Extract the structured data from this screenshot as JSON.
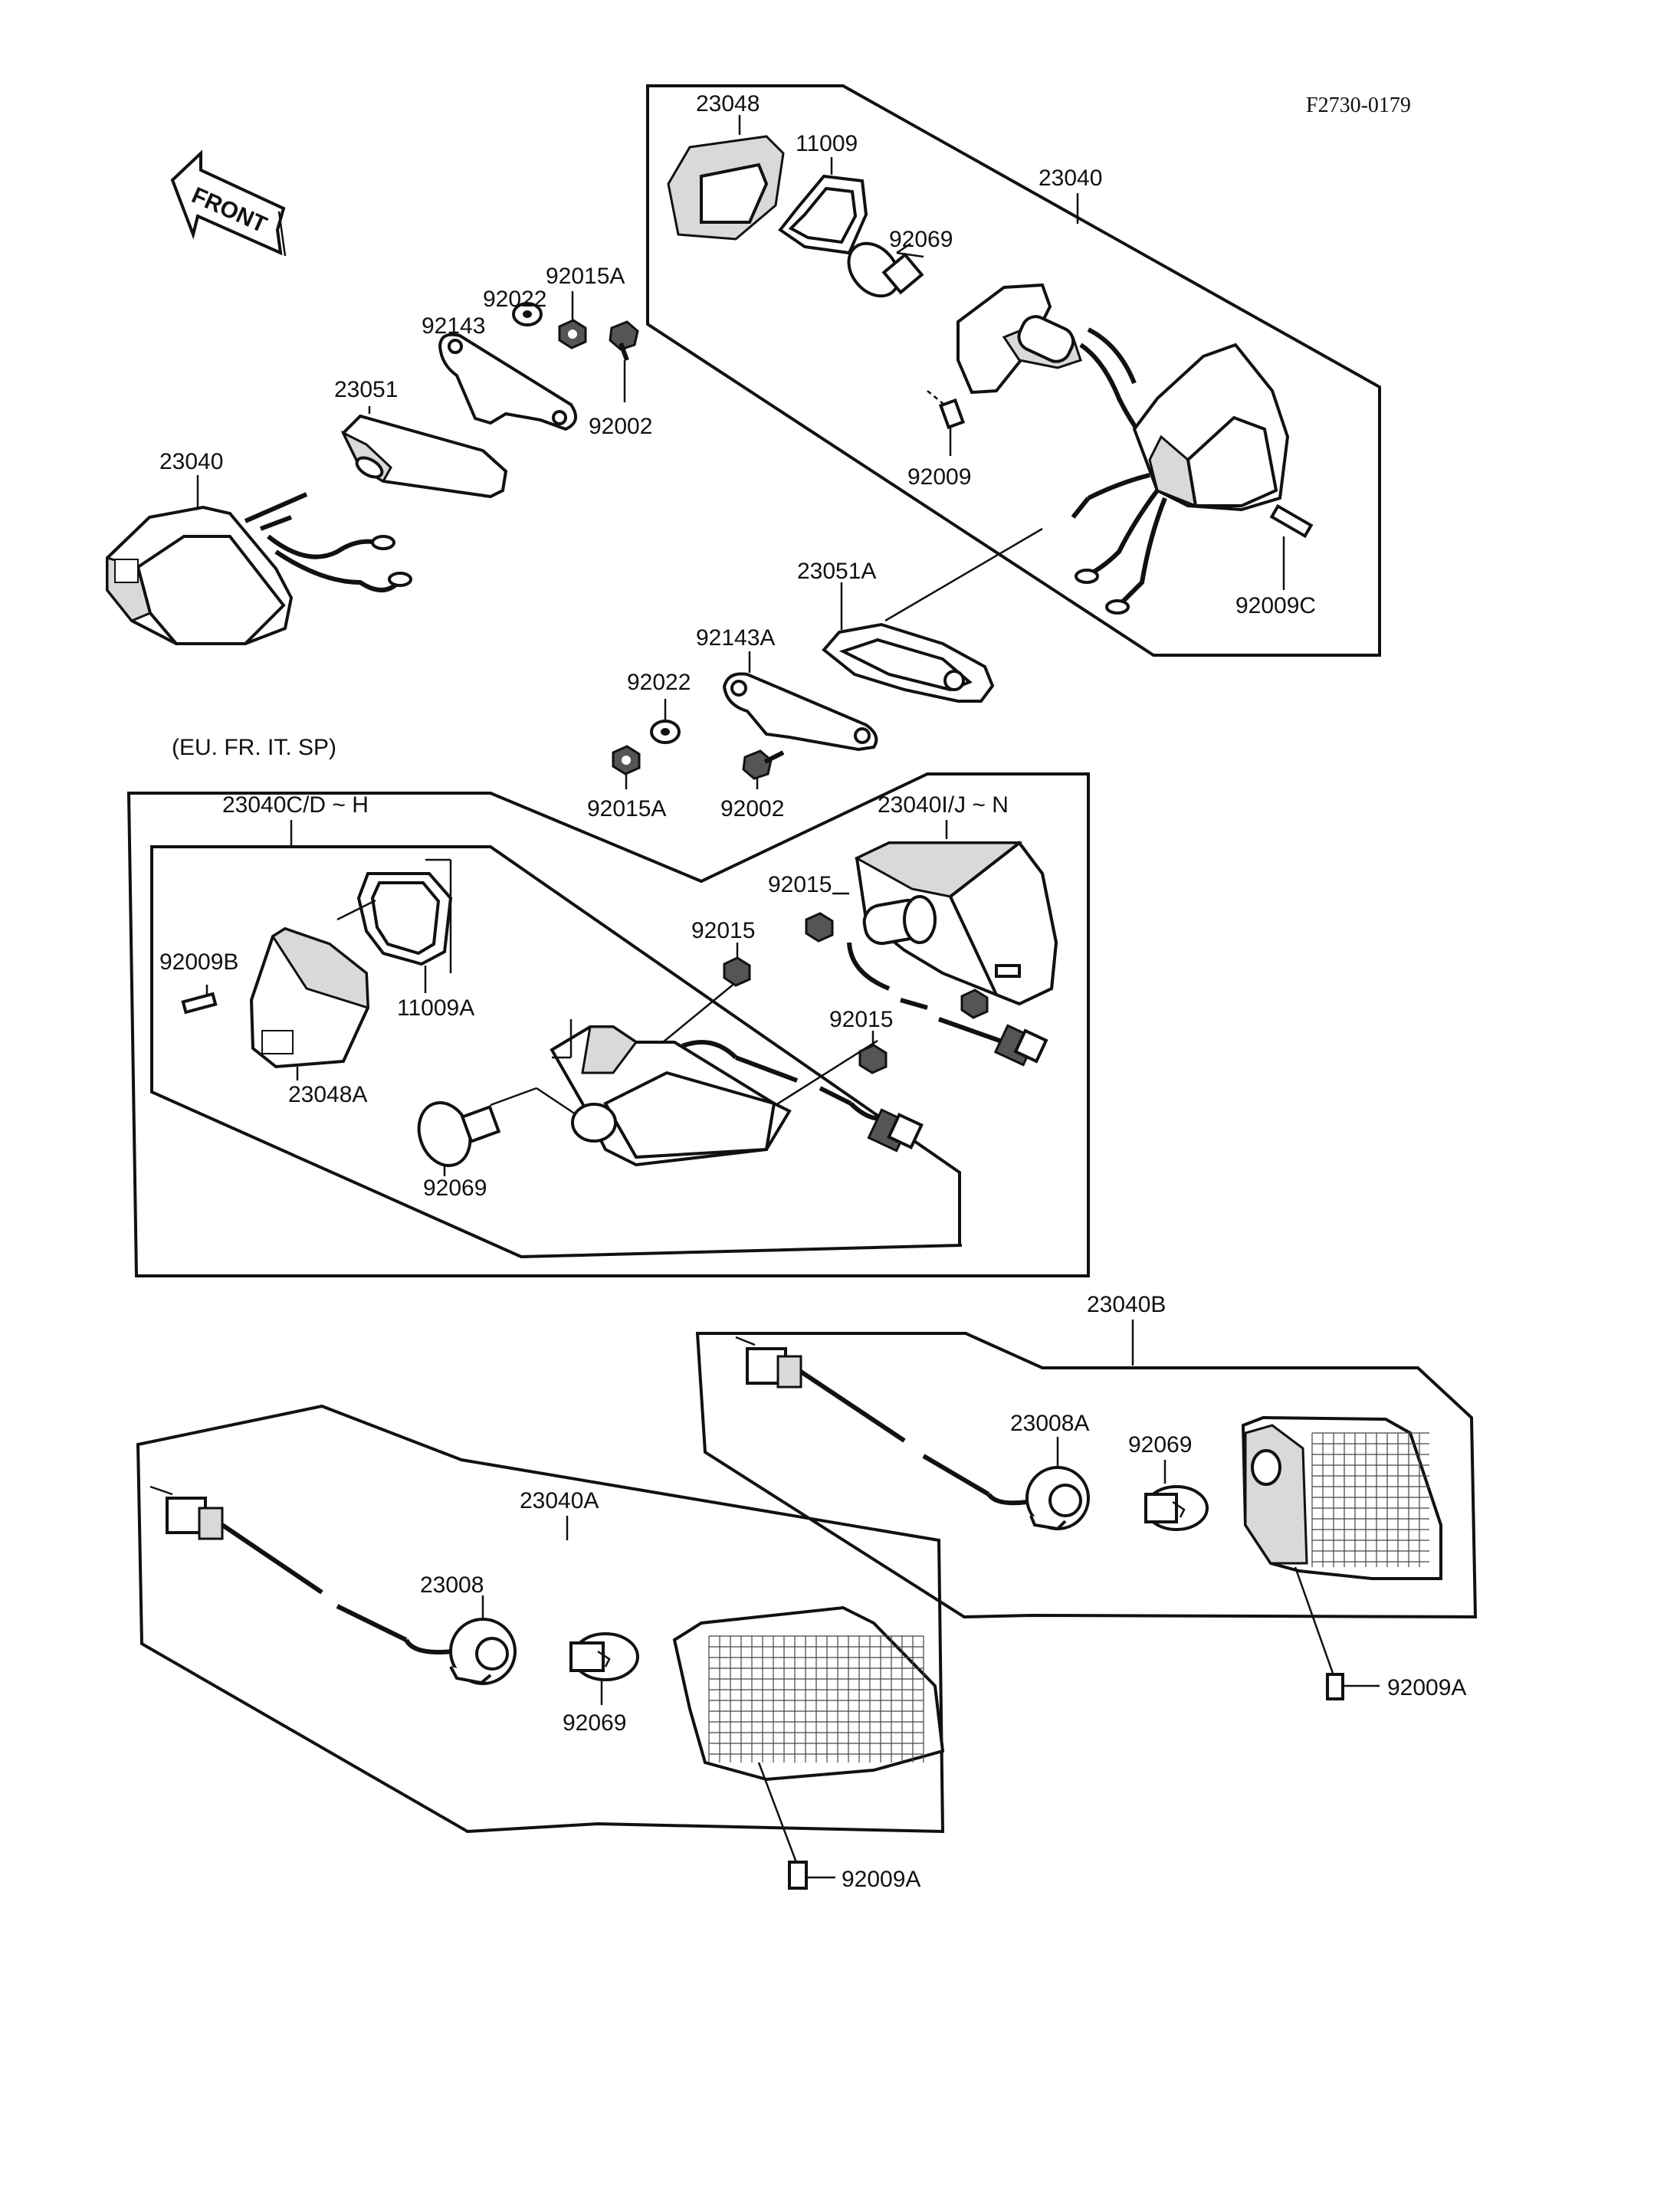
{
  "drawing_number": "F2730-0179",
  "front_label": "FRONT",
  "region_note": "(EU. FR. IT. SP)",
  "labels": {
    "p23048": "23048",
    "p11009": "11009",
    "p23040_top": "23040",
    "p92069_top": "92069",
    "p92009": "92009",
    "p92009C": "92009C",
    "p92015A_top": "92015A",
    "p92022_top": "92022",
    "p92143": "92143",
    "p23051": "23051",
    "p92002_top": "92002",
    "p23040_left": "23040",
    "p23051A": "23051A",
    "p92143A": "92143A",
    "p92022_mid": "92022",
    "p92015A_mid": "92015A",
    "p92002_mid": "92002",
    "p23040CDH": "23040C/D ~ H",
    "p23040IJN": "23040I/J ~ N",
    "p92015_a": "92015",
    "p92015_b": "92015",
    "p92015_c": "92015",
    "p92009B": "92009B",
    "p11009A": "11009A",
    "p23048A": "23048A",
    "p92069_mid": "92069",
    "p23040B": "23040B",
    "p23008A": "23008A",
    "p92069_b": "92069",
    "p92009A_right": "92009A",
    "p23040A": "23040A",
    "p23008": "23008",
    "p92069_c": "92069",
    "p92009A_bottom": "92009A"
  }
}
